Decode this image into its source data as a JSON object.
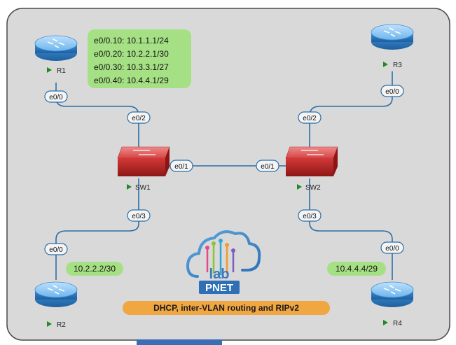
{
  "nodes": {
    "r1": {
      "name": "R1"
    },
    "r2": {
      "name": "R2"
    },
    "r3": {
      "name": "R3"
    },
    "r4": {
      "name": "R4"
    },
    "sw1": {
      "name": "SW1"
    },
    "sw2": {
      "name": "SW2"
    }
  },
  "interfaces": {
    "r1_e0_0": "e0/0",
    "sw1_e0_2": "e0/2",
    "sw1_e0_1": "e0/1",
    "sw1_e0_3": "e0/3",
    "r2_e0_0": "e0/0",
    "r3_e0_0": "e0/0",
    "sw2_e0_2": "e0/2",
    "sw2_e0_1": "e0/1",
    "sw2_e0_3": "e0/3",
    "r4_e0_0": "e0/0"
  },
  "notes": {
    "r1_subinterfaces": [
      "e0/0.10: 10.1.1.1/24",
      "e0/0.20: 10.2.2.1/30",
      "e0/0.30: 10.3.3.1/27",
      "e0/0.40: 10.4.4.1/29"
    ],
    "r2_ip": "10.2.2.2/30",
    "r4_ip": "10.4.4.4/29",
    "title": "DHCP, inter-VLAN routing and RIPv2"
  },
  "logo": {
    "text_top": "lab",
    "text_bottom": "PNET"
  },
  "colors": {
    "background": "#d9d9d9",
    "note_green": "#a6e085",
    "title_orange": "#f0a742",
    "router_blue": "#4a9be0",
    "switch_red": "#d33a3a",
    "link": "#2a6fa8",
    "play_green": "#1e8c1e"
  }
}
